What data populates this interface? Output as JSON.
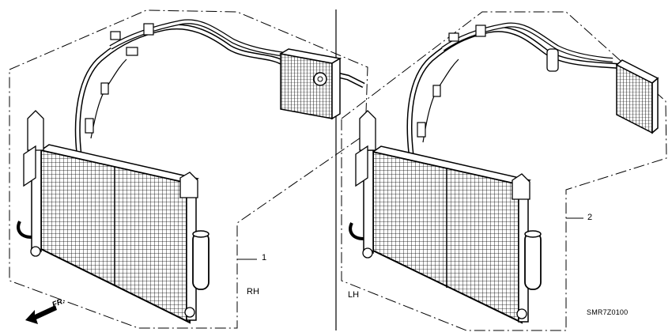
{
  "callouts": {
    "part_1": "1",
    "part_2": "2"
  },
  "sides": {
    "right": "RH",
    "left": "LH"
  },
  "direction_label": "FR.",
  "diagram_code": "SMR7Z0100",
  "icons": {
    "direction": "front-direction-arrow-icon"
  }
}
